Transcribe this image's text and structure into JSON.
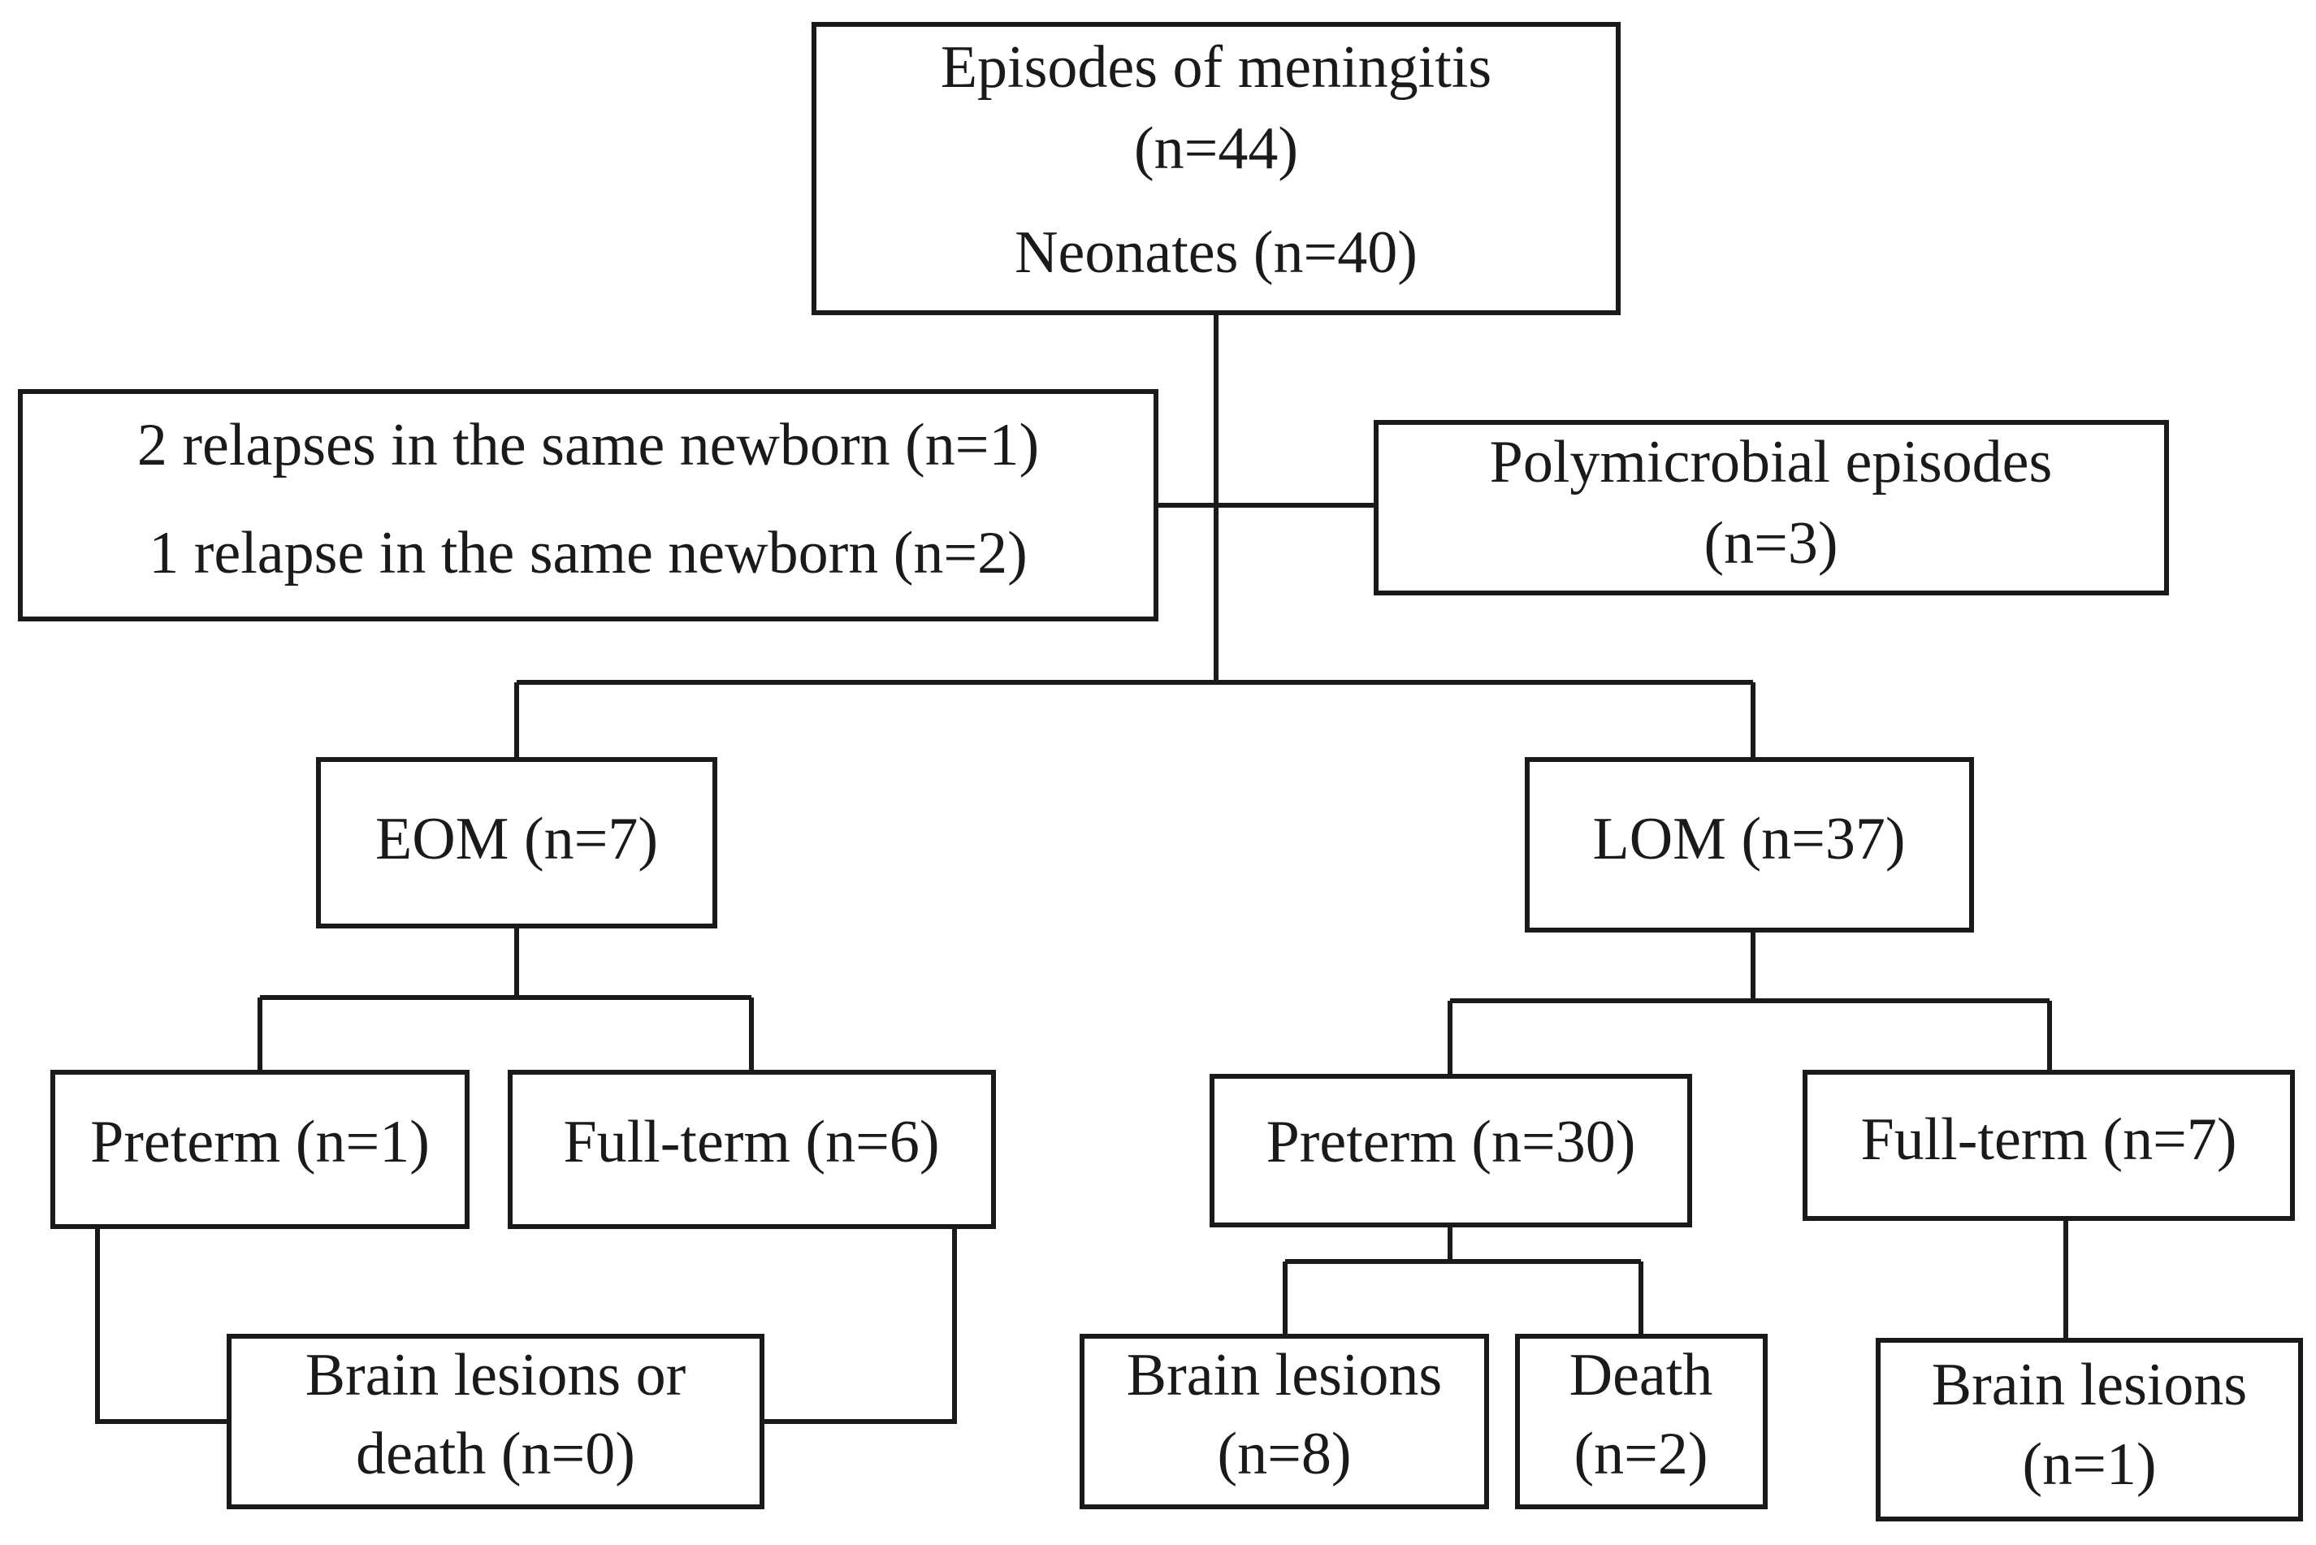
{
  "nodes": {
    "episodes": {
      "line1": "Episodes of meningitis",
      "line2": "(n=44)",
      "line3": "Neonates (n=40)"
    },
    "relapses": {
      "line1": "2 relapses in the same newborn (n=1)",
      "line2": "1 relapse in the same newborn (n=2)"
    },
    "polymicrobial": {
      "line1": "Polymicrobial episodes",
      "line2": "(n=3)"
    },
    "eom": {
      "label": "EOM (n=7)"
    },
    "lom": {
      "label": "LOM (n=37)"
    },
    "eom_preterm": {
      "label": "Preterm (n=1)"
    },
    "eom_fullterm": {
      "label": "Full-term (n=6)"
    },
    "eom_outcome": {
      "line1": "Brain lesions or",
      "line2": "death (n=0)"
    },
    "lom_preterm": {
      "label": "Preterm (n=30)"
    },
    "lom_fullterm": {
      "label": "Full-term (n=7)"
    },
    "lom_preterm_brain": {
      "line1": "Brain lesions",
      "line2": "(n=8)"
    },
    "lom_preterm_death": {
      "line1": "Death",
      "line2": "(n=2)"
    },
    "lom_fullterm_brain": {
      "line1": "Brain lesions",
      "line2": "(n=1)"
    }
  }
}
